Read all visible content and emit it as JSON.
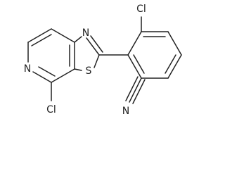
{
  "molecule": {
    "atoms": {
      "cl_top": "Cl",
      "n_thiazole": "N",
      "s_thiazole": "S",
      "n_pyridine": "N",
      "cl_bottom": "Cl",
      "n_nitrile": "N"
    }
  },
  "colors": {
    "ink": "#222222",
    "background": "#ffffff"
  }
}
